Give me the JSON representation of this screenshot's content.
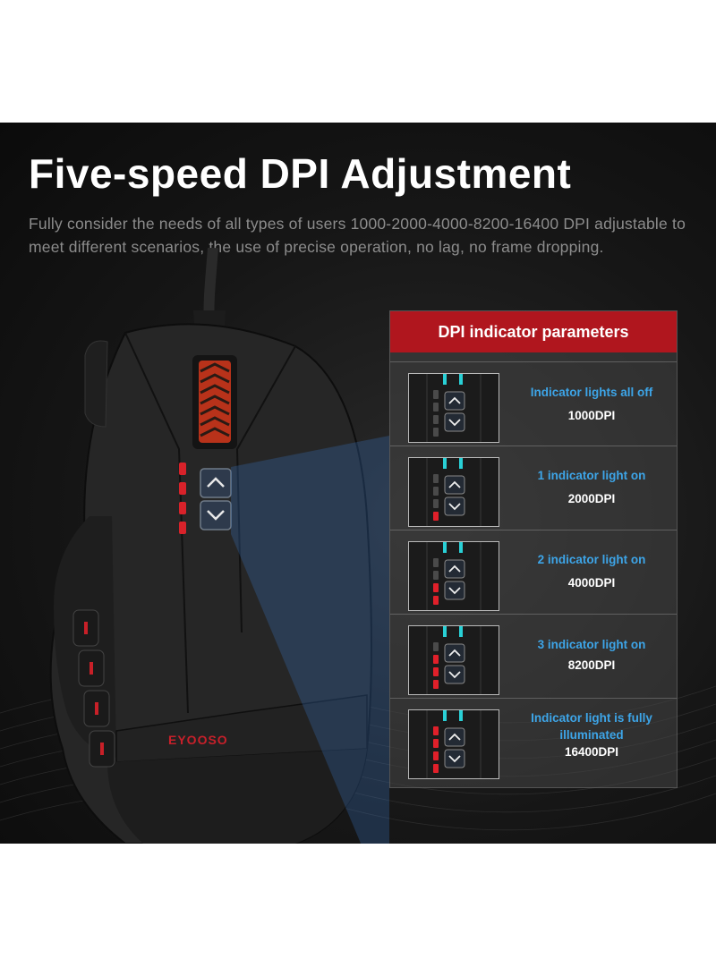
{
  "header": {
    "title": "Five-speed DPI Adjustment",
    "description": "Fully consider the needs of all types of users 1000-2000-4000-8200-16400 DPI adjustable to meet different scenarios, the use of precise operation, no lag, no frame dropping."
  },
  "product": {
    "brand": "EYOOSO"
  },
  "panel": {
    "heading": "DPI indicator parameters",
    "rows": [
      {
        "status": "Indicator lights all off",
        "dpi": "1000DPI",
        "lights_on": 0
      },
      {
        "status": "1 indicator light on",
        "dpi": "2000DPI",
        "lights_on": 1
      },
      {
        "status": "2 indicator light on",
        "dpi": "4000DPI",
        "lights_on": 2
      },
      {
        "status": "3 indicator light on",
        "dpi": "8200DPI",
        "lights_on": 3
      },
      {
        "status": "Indicator light is fully illuminated",
        "dpi": "16400DPI",
        "lights_on": 4
      }
    ]
  },
  "colors": {
    "accent_red": "#b0161e",
    "status_blue": "#3da5e8",
    "led_red": "#e0202a",
    "led_cyan": "#29d0d6"
  }
}
